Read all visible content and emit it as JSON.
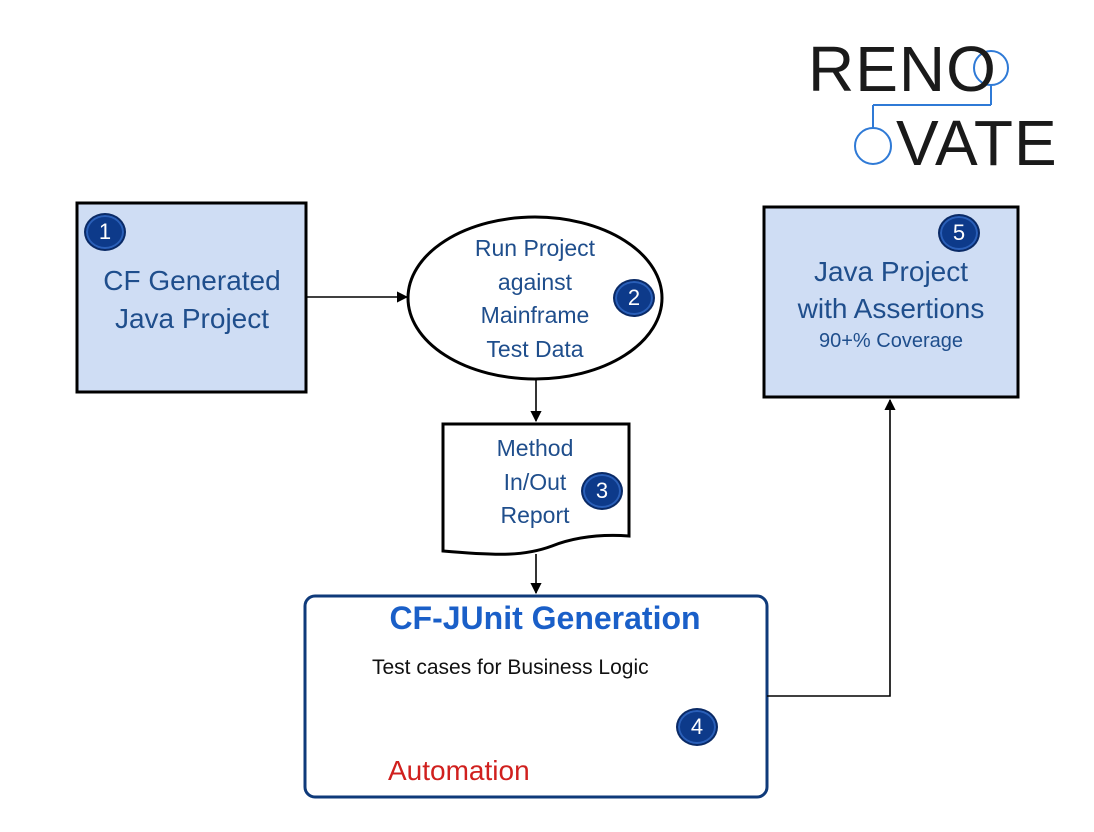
{
  "logo": {
    "line1": "RENO",
    "line2": "VATE"
  },
  "nodes": {
    "n1": {
      "badge": "1",
      "label": "CF Generated Java Project"
    },
    "n2": {
      "badge": "2",
      "lines": [
        "Run Project",
        "against",
        "Mainframe",
        "Test Data"
      ]
    },
    "n3": {
      "badge": "3",
      "lines": [
        "Method",
        "In/Out",
        "Report"
      ]
    },
    "n4": {
      "badge": "4",
      "title": "CF-JUnit Generation",
      "subtitle": "Test cases for Business Logic",
      "footer": "Automation"
    },
    "n5": {
      "badge": "5",
      "lines": [
        "Java Project",
        "with Assertions"
      ],
      "coverage": "90+% Coverage"
    }
  },
  "colors": {
    "box_fill": "#cfddf4",
    "text_blue": "#1f4e8c",
    "title_blue": "#1a5fc8",
    "automation_red": "#d0201e",
    "badge": "#0d3a8a"
  }
}
